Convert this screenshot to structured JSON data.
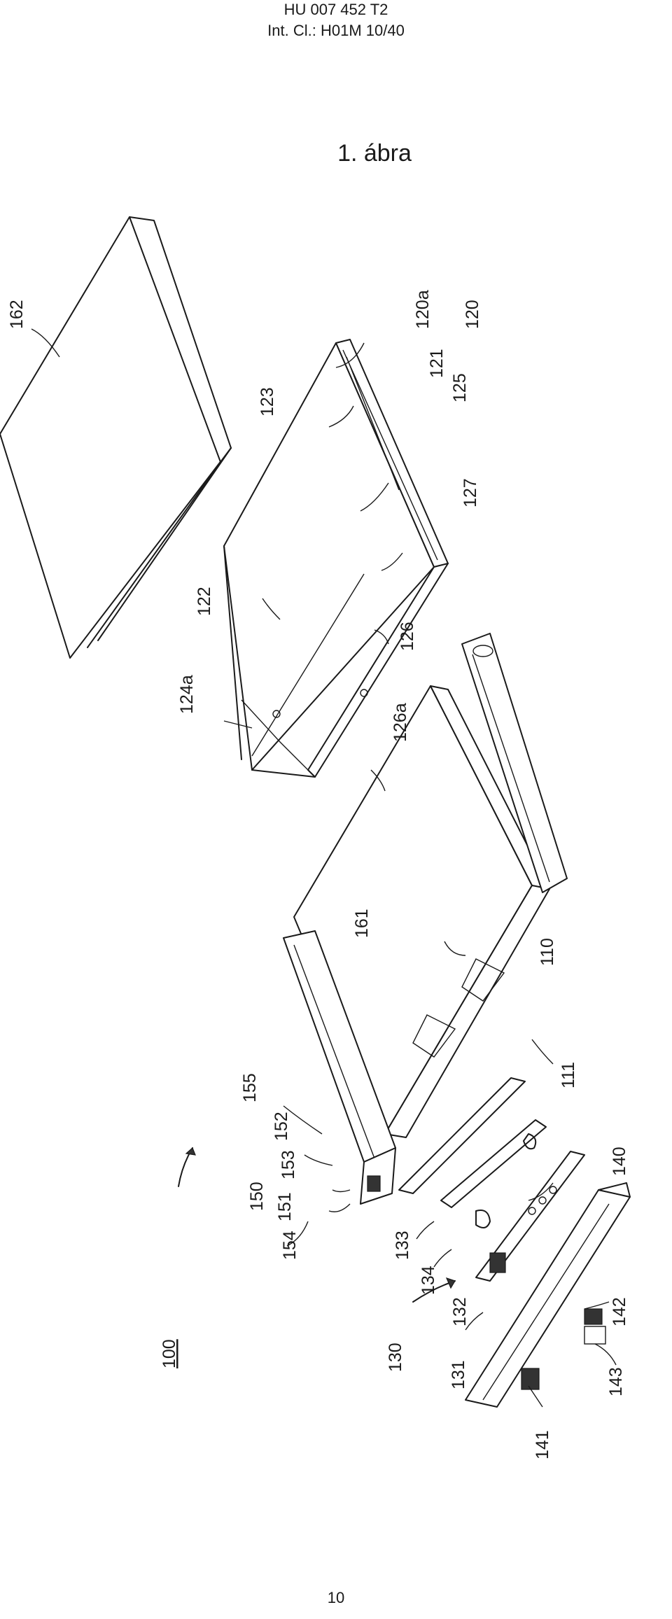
{
  "header": {
    "patent_number": "HU 007 452 T2",
    "classification": "Int. Cl.: H01M 10/40"
  },
  "figure": {
    "title": "1. ábra",
    "labels": {
      "l100": "100",
      "l110": "110",
      "l111": "111",
      "l120": "120",
      "l120a": "120a",
      "l121": "121",
      "l122": "122",
      "l123": "123",
      "l124a": "124a",
      "l125": "125",
      "l126": "126",
      "l126a": "126a",
      "l127": "127",
      "l130": "130",
      "l131": "131",
      "l132": "132",
      "l133": "133",
      "l134": "134",
      "l140": "140",
      "l141": "141",
      "l142": "142",
      "l143": "143",
      "l150": "150",
      "l151": "151",
      "l152": "152",
      "l153": "153",
      "l154": "154",
      "l155": "155",
      "l161": "161",
      "l162": "162"
    }
  },
  "footer": {
    "page_number": "10"
  }
}
